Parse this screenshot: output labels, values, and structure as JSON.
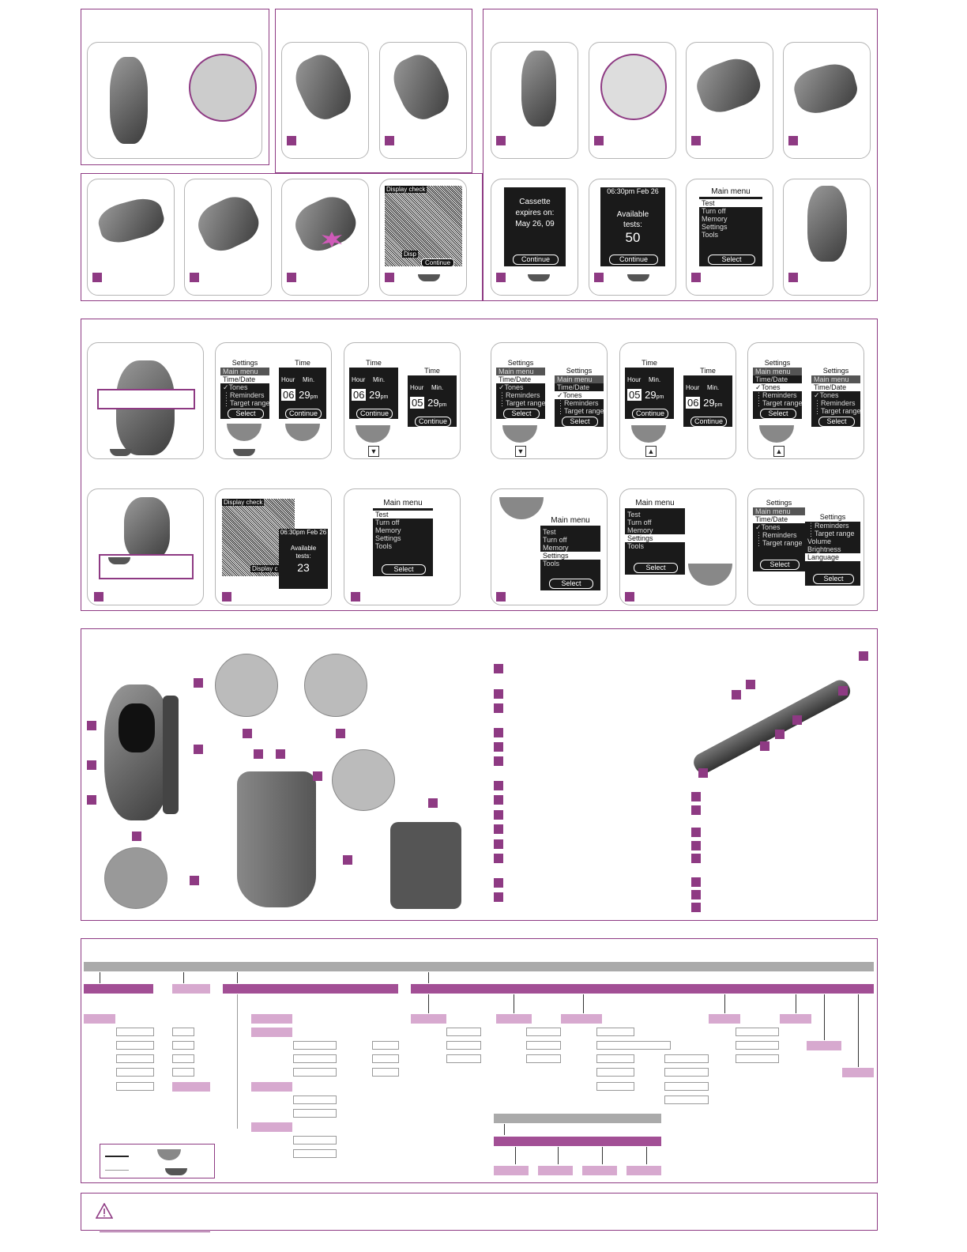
{
  "screens": {
    "cassette": {
      "line1": "Cassette",
      "line2": "expires on:",
      "line3": "May 26, 09",
      "button": "Continue"
    },
    "available_top": {
      "time": "06:30pm",
      "date": "Feb 26",
      "line1": "Available",
      "line2": "tests:",
      "count": "50",
      "button": "Continue"
    },
    "main_menu_top": {
      "title": "Main menu",
      "items": [
        "Test",
        "Turn off",
        "Memory",
        "Settings",
        "Tools"
      ],
      "button": "Select"
    },
    "display_check_top": {
      "title": "Display check",
      "frag": "Disp",
      "button": "Continue"
    },
    "settings_a": {
      "title": "Settings",
      "items": [
        "Main menu",
        "Time/Date",
        "✓Tones",
        "⋮Reminders",
        "⋮Target range"
      ],
      "button": "Select"
    },
    "time_a": {
      "title": "Time",
      "hour_label": "Hour",
      "min_label": "Min.",
      "hour": "06",
      "sep": ":",
      "min": "29",
      "ampm": "pm",
      "button": "Continue"
    },
    "time_b": {
      "title": "Time",
      "hour_label": "Hour",
      "min_label": "Min.",
      "hour": "06",
      "min": "29",
      "ampm": "pm",
      "button": "Continue"
    },
    "time_c": {
      "title": "Time",
      "hour_label": "Hour",
      "min_label": "Min.",
      "hour": "05",
      "min": "29",
      "ampm": "pm",
      "button": "Continue"
    },
    "settings_b": {
      "title": "Settings",
      "items": [
        "Main menu",
        "Time/Date",
        "✓Tones",
        "⋮Reminders",
        "⋮Target range"
      ],
      "button": "Select"
    },
    "settings_c": {
      "title": "Settings",
      "items": [
        "Main menu",
        "Time/Date",
        "✓Tones",
        "⋮Reminders",
        "⋮Target range"
      ],
      "button": "Select"
    },
    "time_d": {
      "title": "Time",
      "hour_label": "Hour",
      "min_label": "Min.",
      "hour": "05",
      "min": "29",
      "ampm": "pm",
      "button": "Continue"
    },
    "time_e": {
      "title": "Time",
      "hour_label": "Hour",
      "min_label": "Min.",
      "hour": "06",
      "min": "29",
      "ampm": "pm",
      "button": "Continue"
    },
    "settings_d": {
      "title": "Settings",
      "items": [
        "Main menu",
        "Time/Date",
        "✓Tones",
        "⋮Reminders",
        "⋮Target range"
      ],
      "button": "Select"
    },
    "settings_e": {
      "title": "Settings",
      "items": [
        "Main menu",
        "Time/Date",
        "✓Tones",
        "⋮Reminders",
        "⋮Target range"
      ],
      "button": "Select"
    },
    "display_check_mid": {
      "title": "Display check",
      "frag": "Display c"
    },
    "available_mid": {
      "time": "06:30pm",
      "date": "Feb 26",
      "line1": "Available",
      "line2": "tests:",
      "count": "23"
    },
    "main_menu_mid": {
      "title": "Main menu",
      "items": [
        "Test",
        "Turn off",
        "Memory",
        "Settings",
        "Tools"
      ],
      "button": "Select"
    },
    "main_menu_mid2": {
      "title": "Main menu",
      "items": [
        "Test",
        "Turn off",
        "Memory",
        "Settings",
        "Tools"
      ],
      "button": "Select"
    },
    "main_menu_mid3": {
      "title": "Main menu",
      "items": [
        "Test",
        "Turn off",
        "Memory",
        "Settings",
        "Tools"
      ],
      "button": "Select"
    },
    "settings_f": {
      "title": "Settings",
      "items": [
        "Main menu",
        "Time/Date",
        "✓Tones",
        "⋮Reminders",
        "⋮Target range"
      ],
      "button": "Select"
    },
    "settings_g": {
      "title": "Settings",
      "items": [
        "⋮Reminders",
        "⋮Target range",
        "Volume",
        "Brightness",
        "Language"
      ],
      "button": "Select"
    }
  },
  "colors": {
    "accent": "#8e3a83",
    "bar_gray": "#aaaaaa",
    "bar_purple": "#a24f95",
    "bar_light": "#d7a9cf"
  },
  "icons": {
    "warning": "warning-icon"
  }
}
